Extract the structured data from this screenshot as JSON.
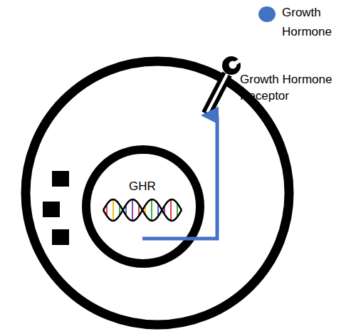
{
  "diagram": {
    "nodes": [
      {
        "text": [
          "Growth Hormone"
        ]
      },
      {
        "text": [
          "Growth Hormone Receptor"
        ]
      },
      {
        "text": [
          "GHR"
        ]
      }
    ],
    "edges": [
      {
        "from": 2,
        "to": 1,
        "arrow": "to"
      }
    ]
  }
}
